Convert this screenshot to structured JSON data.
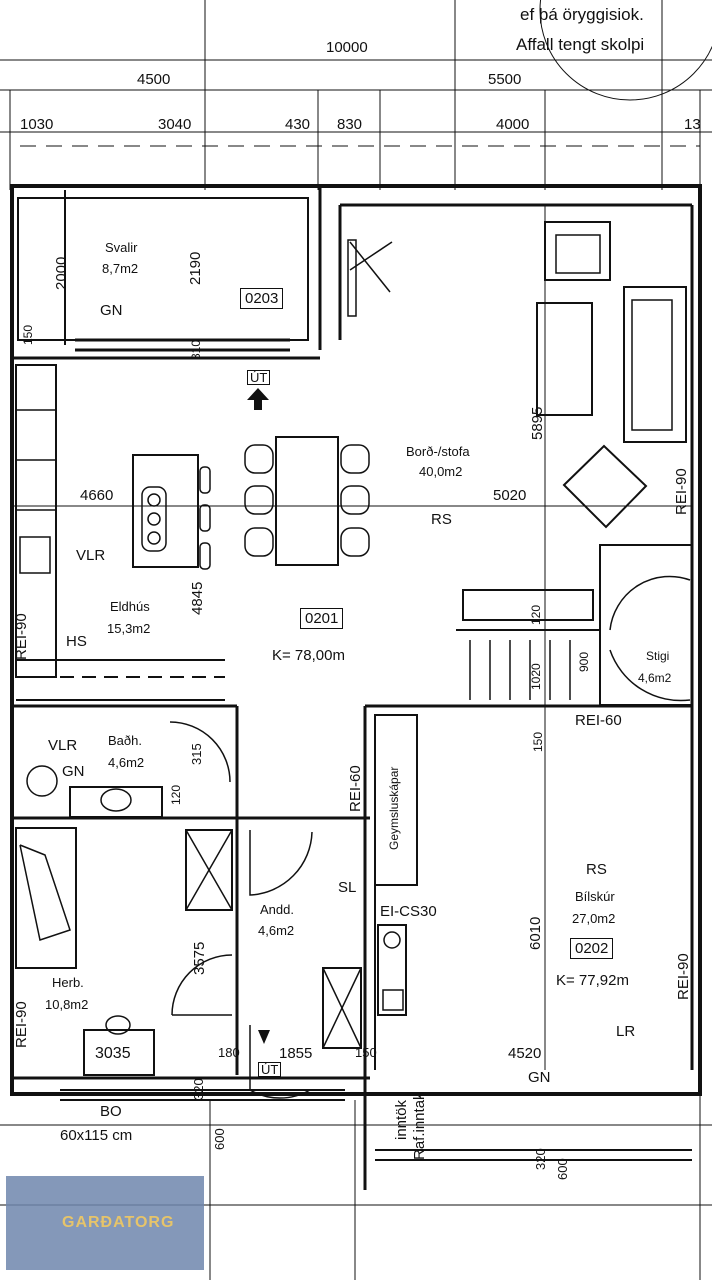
{
  "top_notes": [
    "ef þá öryggisiok.",
    "Affall tengt skolpi"
  ],
  "dimensions_top": {
    "total": "10000",
    "left": "4500",
    "right": "5500",
    "segments": [
      "1030",
      "3040",
      "430",
      "830",
      "4000",
      "13"
    ]
  },
  "rooms": {
    "svalir": {
      "name": "Svalir",
      "area": "8,7m2",
      "floor": "GN",
      "id": "0203"
    },
    "stofa": {
      "name": "Borð-/stofa",
      "area": "40,0m2",
      "floor": "RS"
    },
    "eldhus": {
      "name": "Eldhús",
      "area": "15,3m2",
      "codes": [
        "VLR",
        "HS"
      ]
    },
    "unit_0201": {
      "id": "0201",
      "volume": "K= 78,00m"
    },
    "badh": {
      "name": "Baðh.",
      "area": "4,6m2",
      "codes": [
        "VLR",
        "GN"
      ]
    },
    "herb": {
      "name": "Herb.",
      "area": "10,8m2"
    },
    "andd": {
      "name": "Andd.",
      "area": "4,6m2",
      "code": "SL"
    },
    "stigi": {
      "name": "Stigi",
      "area": "4,6m2"
    },
    "bilskur": {
      "name": "Bílskúr",
      "area": "27,0m2",
      "floor": "RS",
      "id": "0202",
      "volume": "K= 77,92m",
      "code": "LR"
    },
    "geymsluskapar": "Geymsluskápar"
  },
  "interior_dims": [
    "2000",
    "2190",
    "150",
    "310",
    "5895",
    "4660",
    "5020",
    "4845",
    "120",
    "1020",
    "900",
    "150",
    "315",
    "120",
    "3575",
    "6010",
    "4520",
    "180",
    "1855",
    "150",
    "320",
    "320",
    "600",
    "600",
    "3035"
  ],
  "fire_ratings": [
    "REI-90",
    "REI-60",
    "EI-CS30"
  ],
  "exit_labels": [
    "ÚT",
    "ÚT"
  ],
  "bottom": {
    "bo": "BO",
    "bo_size": "60x115 cm",
    "gn": "GN",
    "inntok": "inntök",
    "raf": "Raf.inntak"
  },
  "logo": {
    "text": "GARÐATORG",
    "icon": "garðatorg-logo-icon"
  },
  "colors": {
    "line": "#111111",
    "background": "#ffffff",
    "logo_bg": "#6f86ad",
    "logo_text": "#e6c46a"
  }
}
